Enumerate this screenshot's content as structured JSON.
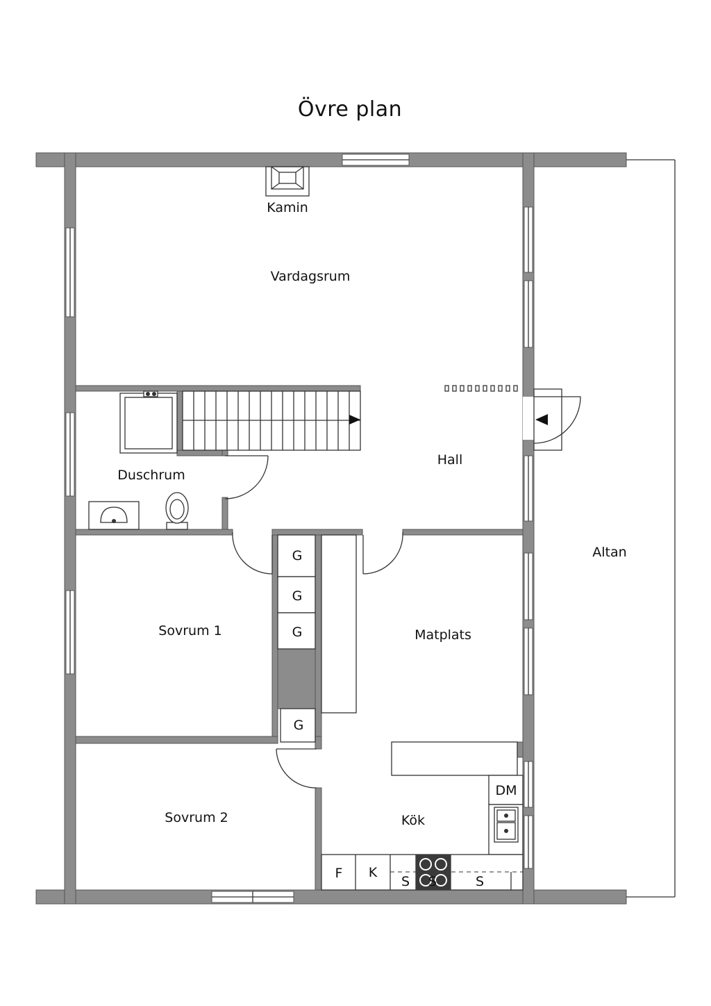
{
  "title": "Övre plan",
  "rooms": {
    "kamin": "Kamin",
    "vardagsrum": "Vardagsrum",
    "duschrum": "Duschrum",
    "hall": "Hall",
    "altan": "Altan",
    "sovrum1": "Sovrum 1",
    "sovrum2": "Sovrum 2",
    "matplats": "Matplats",
    "kok": "Kök"
  },
  "fixtures": {
    "wardrobe_1": "G",
    "wardrobe_2": "G",
    "wardrobe_3": "G",
    "wardrobe_4": "G",
    "dishwasher": "DM",
    "fridge": "F",
    "freezer": "K",
    "cabinet_1": "S",
    "cabinet_2": "S",
    "cabinet_3": "S"
  },
  "colors": {
    "wall": "#8c8c8c",
    "line": "#333333",
    "background": "#ffffff"
  }
}
